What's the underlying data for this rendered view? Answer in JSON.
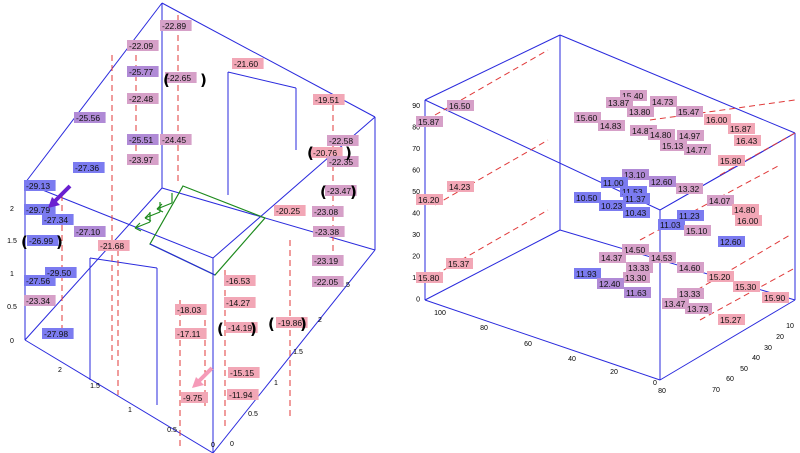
{
  "colors": {
    "box_edge": "#2a2add",
    "dash_red": "#e03a3a",
    "solid_blue": "#2a2add",
    "green": "#1d8a1d",
    "blue_box": "#7b7bf0",
    "purple_box": "#b08ad6",
    "pink_box": "#f2a7b6",
    "mauve_box": "#d6a0c8",
    "arrow_purple": "#6a1fd0",
    "arrow_pink": "#f59ab8"
  },
  "left_plot": {
    "axis_ticks_vertical": [
      "2",
      "1.5",
      "1",
      "0.5",
      "0"
    ],
    "axis_ticks_front": [
      "2",
      "1.5",
      "1",
      "0.5",
      "0"
    ],
    "axis_ticks_right": [
      "2.5",
      "2",
      "1.5",
      "1",
      "0.5",
      "0"
    ],
    "labels": [
      {
        "text": "-22.09",
        "tone": "mauve"
      },
      {
        "text": "-22.89",
        "tone": "mauve"
      },
      {
        "text": "-25.77",
        "tone": "purple"
      },
      {
        "text": "-22.65",
        "tone": "mauve"
      },
      {
        "text": "-22.48",
        "tone": "mauve"
      },
      {
        "text": "-21.60",
        "tone": "pink"
      },
      {
        "text": "-19.51",
        "tone": "pink"
      },
      {
        "text": "-25.56",
        "tone": "purple"
      },
      {
        "text": "-25.51",
        "tone": "purple"
      },
      {
        "text": "-24.45",
        "tone": "mauve"
      },
      {
        "text": "-23.97",
        "tone": "mauve"
      },
      {
        "text": "-22.58",
        "tone": "mauve"
      },
      {
        "text": "-20.76",
        "tone": "pink"
      },
      {
        "text": "-22.35",
        "tone": "mauve"
      },
      {
        "text": "-27.36",
        "tone": "blue"
      },
      {
        "text": "-23.47",
        "tone": "mauve"
      },
      {
        "text": "-29.13",
        "tone": "blue"
      },
      {
        "text": "-29.79",
        "tone": "blue"
      },
      {
        "text": "-27.34",
        "tone": "blue"
      },
      {
        "text": "-20.25",
        "tone": "pink"
      },
      {
        "text": "-23.08",
        "tone": "mauve"
      },
      {
        "text": "-27.10",
        "tone": "purple"
      },
      {
        "text": "-26.99",
        "tone": "blue"
      },
      {
        "text": "-21.68",
        "tone": "pink"
      },
      {
        "text": "-23.38",
        "tone": "mauve"
      },
      {
        "text": "-23.19",
        "tone": "mauve"
      },
      {
        "text": "-22.05",
        "tone": "mauve"
      },
      {
        "text": "-27.56",
        "tone": "blue"
      },
      {
        "text": "-29.50",
        "tone": "blue"
      },
      {
        "text": "-23.34",
        "tone": "mauve"
      },
      {
        "text": "-16.53",
        "tone": "pink"
      },
      {
        "text": "-14.27",
        "tone": "pink"
      },
      {
        "text": "-18.03",
        "tone": "pink"
      },
      {
        "text": "-14.19",
        "tone": "pink"
      },
      {
        "text": "-19.86",
        "tone": "pink"
      },
      {
        "text": "-27.98",
        "tone": "blue"
      },
      {
        "text": "-17.11",
        "tone": "pink"
      },
      {
        "text": "-15.15",
        "tone": "pink"
      },
      {
        "text": "-9.75",
        "tone": "pink"
      },
      {
        "text": "-11.94",
        "tone": "pink"
      }
    ]
  },
  "right_plot": {
    "axis_ticks_vertical": [
      "90",
      "80",
      "70",
      "60",
      "50",
      "40",
      "30",
      "20",
      "10",
      "0"
    ],
    "axis_ticks_depth": [
      "100",
      "80",
      "60",
      "40",
      "20",
      "0"
    ],
    "axis_ticks_side": [
      "10",
      "20",
      "30",
      "40",
      "50",
      "60",
      "70",
      "80"
    ],
    "labels": [
      {
        "text": "15.40",
        "tone": "mauve"
      },
      {
        "text": "16.50",
        "tone": "mauve"
      },
      {
        "text": "13.87",
        "tone": "mauve"
      },
      {
        "text": "14.73",
        "tone": "mauve"
      },
      {
        "text": "15.87",
        "tone": "mauve"
      },
      {
        "text": "13.80",
        "tone": "mauve"
      },
      {
        "text": "15.47",
        "tone": "mauve"
      },
      {
        "text": "15.60",
        "tone": "mauve"
      },
      {
        "text": "14.83",
        "tone": "mauve"
      },
      {
        "text": "14.80",
        "tone": "mauve"
      },
      {
        "text": "16.00",
        "tone": "pink"
      },
      {
        "text": "15.87",
        "tone": "pink"
      },
      {
        "text": "14.80",
        "tone": "mauve"
      },
      {
        "text": "14.97",
        "tone": "mauve"
      },
      {
        "text": "16.43",
        "tone": "pink"
      },
      {
        "text": "15.13",
        "tone": "mauve"
      },
      {
        "text": "14.77",
        "tone": "mauve"
      },
      {
        "text": "15.80",
        "tone": "pink"
      },
      {
        "text": "13.10",
        "tone": "purple"
      },
      {
        "text": "11.00",
        "tone": "blue"
      },
      {
        "text": "12.60",
        "tone": "purple"
      },
      {
        "text": "14.23",
        "tone": "pink"
      },
      {
        "text": "11.53",
        "tone": "blue"
      },
      {
        "text": "13.32",
        "tone": "mauve"
      },
      {
        "text": "10.50",
        "tone": "blue"
      },
      {
        "text": "11.37",
        "tone": "blue"
      },
      {
        "text": "16.20",
        "tone": "pink"
      },
      {
        "text": "14.07",
        "tone": "mauve"
      },
      {
        "text": "10.23",
        "tone": "blue"
      },
      {
        "text": "14.80",
        "tone": "pink"
      },
      {
        "text": "10.43",
        "tone": "blue"
      },
      {
        "text": "11.23",
        "tone": "blue"
      },
      {
        "text": "16.00",
        "tone": "pink"
      },
      {
        "text": "11.03",
        "tone": "blue"
      },
      {
        "text": "15.10",
        "tone": "mauve"
      },
      {
        "text": "12.60",
        "tone": "blue"
      },
      {
        "text": "14.50",
        "tone": "mauve"
      },
      {
        "text": "14.37",
        "tone": "mauve"
      },
      {
        "text": "14.53",
        "tone": "mauve"
      },
      {
        "text": "15.37",
        "tone": "pink"
      },
      {
        "text": "13.33",
        "tone": "mauve"
      },
      {
        "text": "13.30",
        "tone": "mauve"
      },
      {
        "text": "14.60",
        "tone": "mauve"
      },
      {
        "text": "11.93",
        "tone": "blue"
      },
      {
        "text": "15.20",
        "tone": "pink"
      },
      {
        "text": "12.40",
        "tone": "purple"
      },
      {
        "text": "15.80",
        "tone": "pink"
      },
      {
        "text": "15.30",
        "tone": "pink"
      },
      {
        "text": "11.63",
        "tone": "purple"
      },
      {
        "text": "13.33",
        "tone": "mauve"
      },
      {
        "text": "13.47",
        "tone": "mauve"
      },
      {
        "text": "15.90",
        "tone": "pink"
      },
      {
        "text": "13.73",
        "tone": "mauve"
      },
      {
        "text": "15.27",
        "tone": "pink"
      }
    ]
  }
}
